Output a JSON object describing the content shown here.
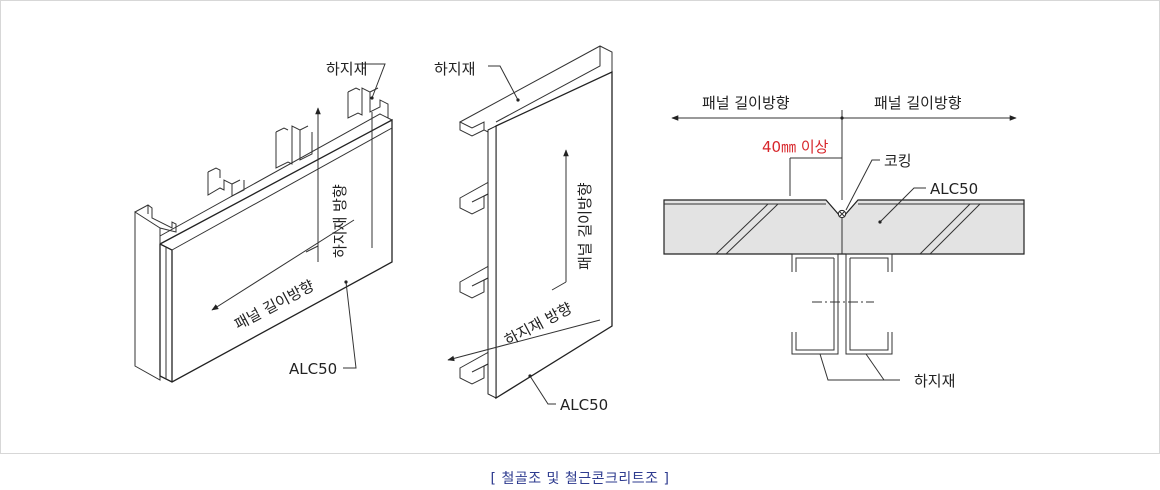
{
  "left_figure": {
    "label_top": "하지재",
    "label_vertical": "하지재 방향",
    "label_diagonal": "패널 길이방향",
    "label_panel": "ALC50"
  },
  "middle_figure": {
    "label_top": "하지재",
    "label_vertical": "패널 길이방향",
    "label_diagonal": "하지재 방향",
    "label_panel": "ALC50"
  },
  "right_figure": {
    "dim_left": "패널 길이방향",
    "dim_right": "패널 길이방향",
    "gap_label": "40㎜ 이상",
    "caulk_label": "코킹",
    "panel_label": "ALC50",
    "frame_label": "하지재"
  },
  "caption": "[ 철골조 및 철근콘크리트조 ]",
  "colors": {
    "caption": "#2e3b8f",
    "gap_label": "#d7262b",
    "panel_fill": "#e3e3e3"
  }
}
